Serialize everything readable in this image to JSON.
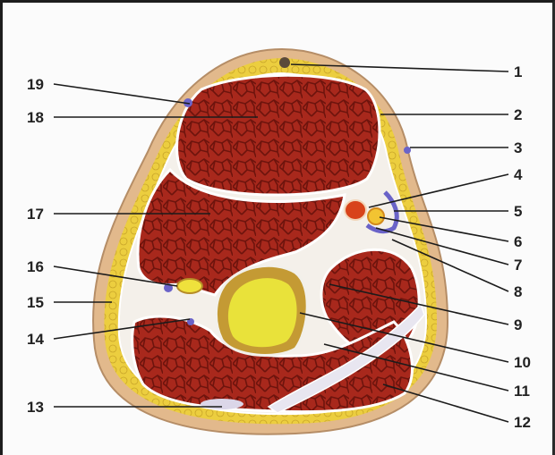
{
  "figure": {
    "labels_left": [
      "19",
      "18",
      "17",
      "16",
      "15",
      "14",
      "13"
    ],
    "labels_right": [
      "1",
      "2",
      "3",
      "4",
      "5",
      "6",
      "7",
      "8",
      "9",
      "10",
      "11",
      "12"
    ]
  },
  "colors": {
    "muscle": "#a8281c",
    "muscle_dark": "#7a160f",
    "fat": "#e8c93a",
    "skin": "#e2b98c",
    "fascia": "#f4f0ea",
    "bone_cortex": "#c49a34",
    "bone_marrow": "#e9e23a",
    "vessel": "#6a63c8"
  }
}
